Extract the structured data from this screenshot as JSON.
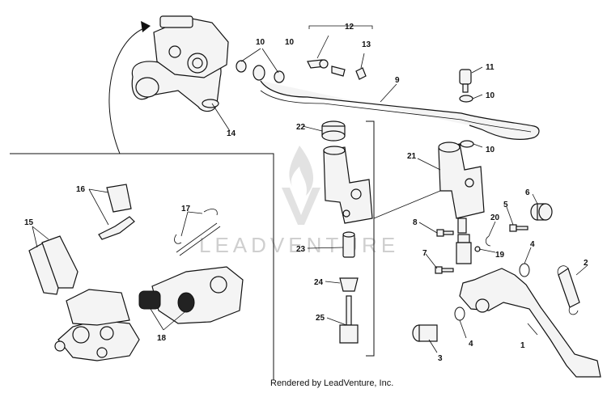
{
  "diagram": {
    "callouts": [
      "1",
      "2",
      "3",
      "4",
      "4",
      "5",
      "6",
      "7",
      "8",
      "9",
      "10",
      "10",
      "10",
      "10",
      "11",
      "12",
      "13",
      "14",
      "15",
      "16",
      "17",
      "18",
      "19",
      "20",
      "21",
      "22",
      "23",
      "24",
      "25"
    ],
    "watermark": "LEADVENTURE",
    "credit": "Rendered by LeadVenture, Inc."
  }
}
